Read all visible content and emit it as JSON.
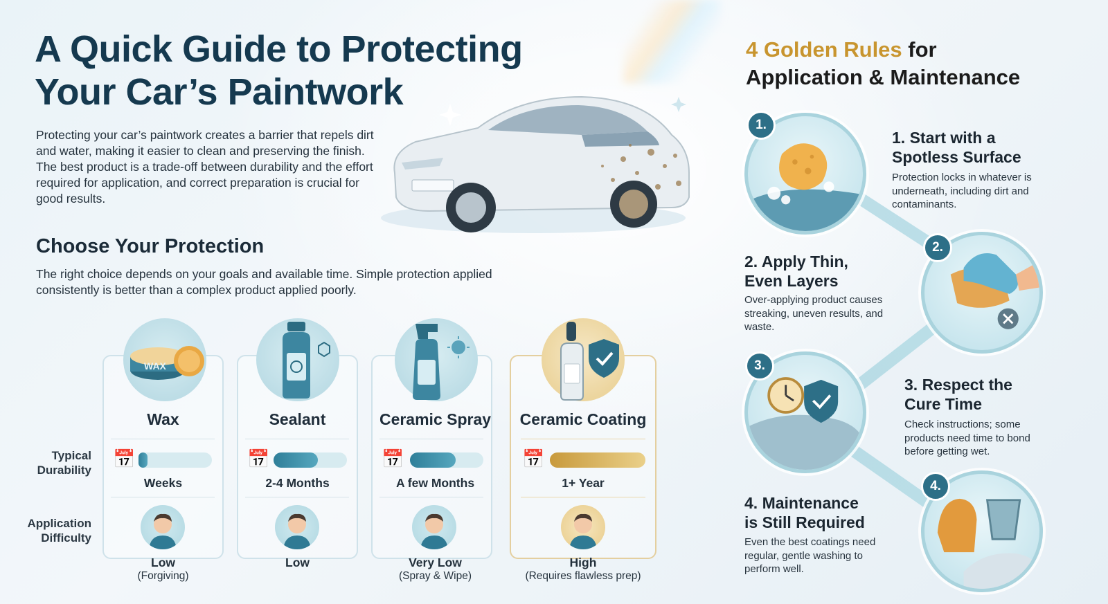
{
  "header": {
    "title_line1": "A Quick Guide to Protecting",
    "title_line2": "Your Car’s Paintwork",
    "intro": "Protecting your car’s paintwork creates a barrier that repels dirt and water, making it easier to clean and preserving the finish. The best product is a trade-off between durability and the effort required for application, and correct preparation is crucial for good results."
  },
  "choose": {
    "title": "Choose Your Protection",
    "description": "The right choice depends on your goals and available time. Simple protection applied consistently is better than a complex product applied poorly."
  },
  "row_labels": {
    "durability_line1": "Typical",
    "durability_line2": "Durability",
    "difficulty_line1": "Application",
    "difficulty_line2": "Difficulty"
  },
  "products": [
    {
      "name": "Wax",
      "durability": "Weeks",
      "durability_fill": 0.12,
      "difficulty": "Low",
      "difficulty_note": "(Forgiving)",
      "icon": "wax-tin-icon",
      "jar_label": "WAX"
    },
    {
      "name": "Sealant",
      "durability": "2-4 Months",
      "durability_fill": 0.6,
      "difficulty": "Low",
      "difficulty_note": "",
      "icon": "sealant-bottle-icon"
    },
    {
      "name": "Ceramic Spray",
      "durability": "A few Months",
      "durability_fill": 0.62,
      "difficulty": "Very Low",
      "difficulty_note": "(Spray & Wipe)",
      "icon": "spray-bottle-icon"
    },
    {
      "name": "Ceramic Coating",
      "durability": "1+ Year",
      "durability_fill": 1.0,
      "difficulty": "High",
      "difficulty_note": "(Requires flawless prep)",
      "icon": "dropper-bottle-icon"
    }
  ],
  "rules": {
    "title_gold": "4 Golden Rules",
    "title_rest1": " for",
    "title_line2": "Application & Maintenance",
    "items": [
      {
        "badge": "1.",
        "title_line1": "1. Start with a",
        "title_line2": "Spotless Surface",
        "desc": "Protection locks in whatever is underneath, including dirt and contaminants.",
        "icon": "sponge-icon"
      },
      {
        "badge": "2.",
        "title_line1": "2. Apply Thin,",
        "title_line2": "Even Layers",
        "desc": "Over-applying product causes streaking, uneven results, and waste.",
        "icon": "gloved-hand-cloth-icon"
      },
      {
        "badge": "3.",
        "title_line1": "3. Respect the",
        "title_line2": "Cure Time",
        "desc": "Check instructions; some products need time to bond before getting wet.",
        "icon": "clock-shield-icon"
      },
      {
        "badge": "4.",
        "title_line1": "4. Maintenance",
        "title_line2": "is Still Required",
        "desc": "Even the best coatings need regular, gentle washing to perform well.",
        "icon": "wash-mitt-bucket-icon"
      }
    ]
  },
  "colors": {
    "title": "#15394f",
    "accent_teal": "#2d6f87",
    "accent_gold": "#c8952f"
  }
}
